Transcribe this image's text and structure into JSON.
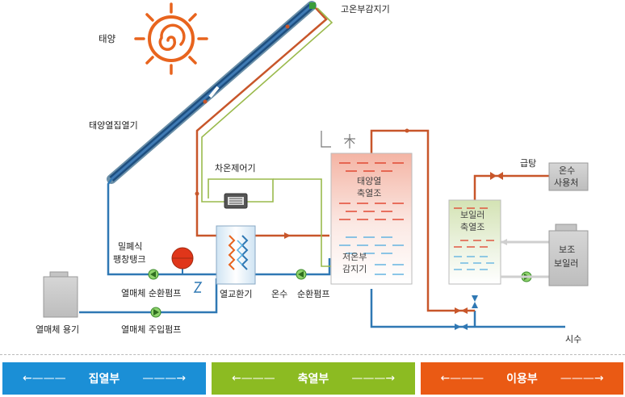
{
  "labels": {
    "sun": "태양",
    "collector": "태양열집열기",
    "high_sensor": "고온부감지기",
    "diff_controller": "차온제어기",
    "expansion_tank": "밀폐식\n팽창탱크",
    "fluid_pump": "열매체 순환펌프",
    "fluid_container": "열매체 용기",
    "fill_pump": "열매체 주입펌프",
    "heat_exchanger": "열교환기",
    "hot_water": "온수",
    "circ_pump": "순환펌프",
    "solar_tank": "태양열\n축열조",
    "low_sensor": "저온부\n감지기",
    "boiler_tank": "보일러\n축열조",
    "hot_supply": "급탕",
    "hot_use": "온수\n사용처",
    "aux_boiler": "보조\n보일러",
    "city_water": "시수"
  },
  "sections": [
    {
      "label": "집열부",
      "color": "#1b8fd6"
    },
    {
      "label": "축열부",
      "color": "#8cbb22"
    },
    {
      "label": "이용부",
      "color": "#ea5a14"
    }
  ],
  "arrows": {
    "left": "←———",
    "right": "———→"
  },
  "colors": {
    "hot": "#c8562a",
    "cold": "#2f78b4",
    "control": "#9aba4c",
    "pump": "#6cbf4a"
  }
}
